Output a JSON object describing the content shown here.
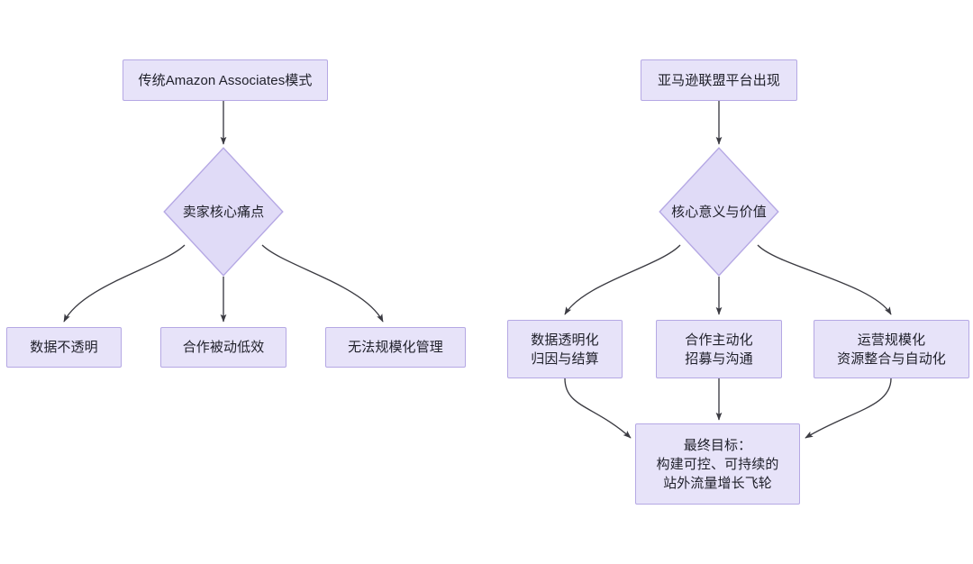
{
  "diagram": {
    "type": "flowchart",
    "title_visible": false,
    "theme": {
      "node_fill": "#e7e3f9",
      "node_border": "#b5a8e4",
      "edge_color": "#3b3b42",
      "text_color": "#20212b",
      "background": "#ffffff"
    },
    "left_branch": {
      "root": {
        "label": "传统Amazon Associates模式",
        "shape": "rectangle"
      },
      "decision": {
        "label": "卖家核心痛点",
        "shape": "diamond"
      },
      "leaves": [
        {
          "label": "数据不透明",
          "shape": "rectangle"
        },
        {
          "label": "合作被动低效",
          "shape": "rectangle"
        },
        {
          "label": "无法规模化管理",
          "shape": "rectangle"
        }
      ]
    },
    "right_branch": {
      "root": {
        "label": "亚马逊联盟平台出现",
        "shape": "rectangle"
      },
      "decision": {
        "label": "核心意义与价值",
        "shape": "diamond"
      },
      "leaves": [
        {
          "label": "数据透明化\n归因与结算",
          "shape": "rectangle"
        },
        {
          "label": "合作主动化\n招募与沟通",
          "shape": "rectangle"
        },
        {
          "label": "运营规模化\n资源整合与自动化",
          "shape": "rectangle"
        }
      ],
      "goal": {
        "label": "最终目标：\n构建可控、可持续的\n站外流量增长飞轮",
        "shape": "rectangle"
      }
    }
  }
}
